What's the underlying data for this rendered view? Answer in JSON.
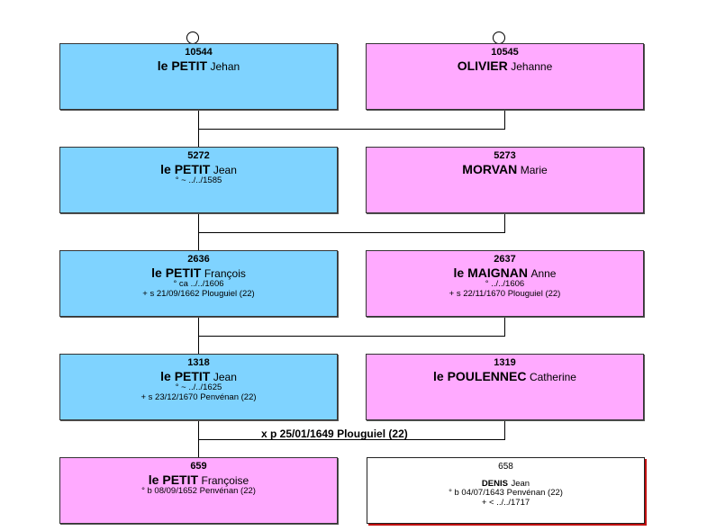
{
  "persons": [
    {
      "id": "p10544",
      "number": "10544",
      "surname": "le PETIT",
      "given": "Jehan",
      "details": []
    },
    {
      "id": "p10545",
      "number": "10545",
      "surname": "OLIVIER",
      "given": "Jehanne",
      "details": []
    },
    {
      "id": "p5272",
      "number": "5272",
      "surname": "le PETIT",
      "given": "Jean",
      "details": [
        "° ~ ../../1585"
      ]
    },
    {
      "id": "p5273",
      "number": "5273",
      "surname": "MORVAN",
      "given": "Marie",
      "details": []
    },
    {
      "id": "p2636",
      "number": "2636",
      "surname": "le PETIT",
      "given": "François",
      "details": [
        "° ca ../../1606",
        "+ s 21/09/1662 Plouguiel (22)"
      ]
    },
    {
      "id": "p2637",
      "number": "2637",
      "surname": "le MAIGNAN",
      "given": "Anne",
      "details": [
        "° ../../1606",
        "+ s 22/11/1670 Plouguiel (22)"
      ]
    },
    {
      "id": "p1318",
      "number": "1318",
      "surname": "le PETIT",
      "given": "Jean",
      "details": [
        "° ~ ../../1625",
        "+ s 23/12/1670 Penvénan (22)"
      ]
    },
    {
      "id": "p1319",
      "number": "1319",
      "surname": "le POULENNEC",
      "given": "Catherine",
      "details": []
    },
    {
      "id": "p659",
      "number": "659",
      "surname": "le PETIT",
      "given": "Françoise",
      "details": [
        "° b 08/09/1652 Penvénan (22)"
      ]
    },
    {
      "id": "p658",
      "number": "658",
      "surname": "DENIS",
      "given": "Jean",
      "details": [
        "° b 04/07/1643 Penvénan (22)",
        "+ < ../../1717"
      ]
    }
  ],
  "marriage": {
    "label": "x p 25/01/1649 Plouguiel (22)"
  },
  "colors": {
    "male": "#7fd3ff",
    "female": "#ffaaff",
    "plain": "#ffffff"
  }
}
